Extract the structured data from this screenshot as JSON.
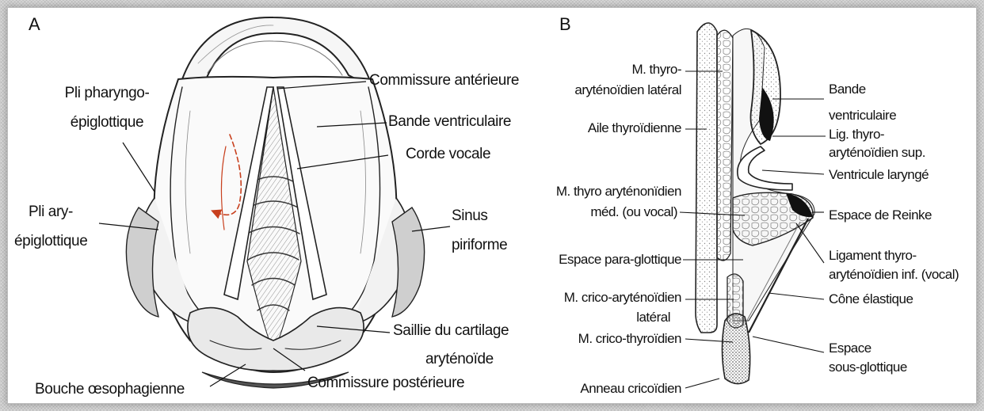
{
  "panels": {
    "a": {
      "letter": "A",
      "labels": {
        "commissure_anterieure": "Commissure antérieure",
        "pli_pharyngo_1": "Pli pharyngo-",
        "pli_pharyngo_2": "épiglottique",
        "bande_ventriculaire": "Bande ventriculaire",
        "corde_vocale": "Corde vocale",
        "pli_ary_1": "Pli ary-",
        "pli_ary_2": "épiglottique",
        "sinus_1": "Sinus",
        "sinus_2": "piriforme",
        "saillie_1": "Saillie du cartilage",
        "saillie_2": "aryténoïde",
        "bouche": "Bouche œsophagienne",
        "commissure_posterieure": "Commissure postérieure"
      }
    },
    "b": {
      "letter": "B",
      "labels": {
        "m_thyro_lat_1": "M. thyro-",
        "m_thyro_lat_2": "aryténoïdien latéral",
        "aile": "Aile thyroïdienne",
        "m_thyro_med_1": "M. thyro aryténonïdien",
        "m_thyro_med_2": "méd. (ou vocal)",
        "espace_para": "Espace para-glottique",
        "m_crico_ary_1": "M. crico-aryténoïdien",
        "m_crico_ary_2": "latéral",
        "m_crico_thyr": "M. crico-thyroïdien",
        "anneau": "Anneau cricoïdien",
        "bande_1": "Bande",
        "bande_2": "ventriculaire",
        "lig_sup_1": "Lig. thyro-",
        "lig_sup_2": "aryténoïdien sup.",
        "ventricule": "Ventricule laryngé",
        "reinke": "Espace de Reinke",
        "lig_inf_1": "Ligament thyro-",
        "lig_inf_2": "aryténoïdien inf. (vocal)",
        "cone": "Cône élastique",
        "sous_1": "Espace",
        "sous_2": "sous-glottique"
      }
    }
  },
  "colors": {
    "arrow_red": "#c8401e",
    "ink": "#111111"
  }
}
